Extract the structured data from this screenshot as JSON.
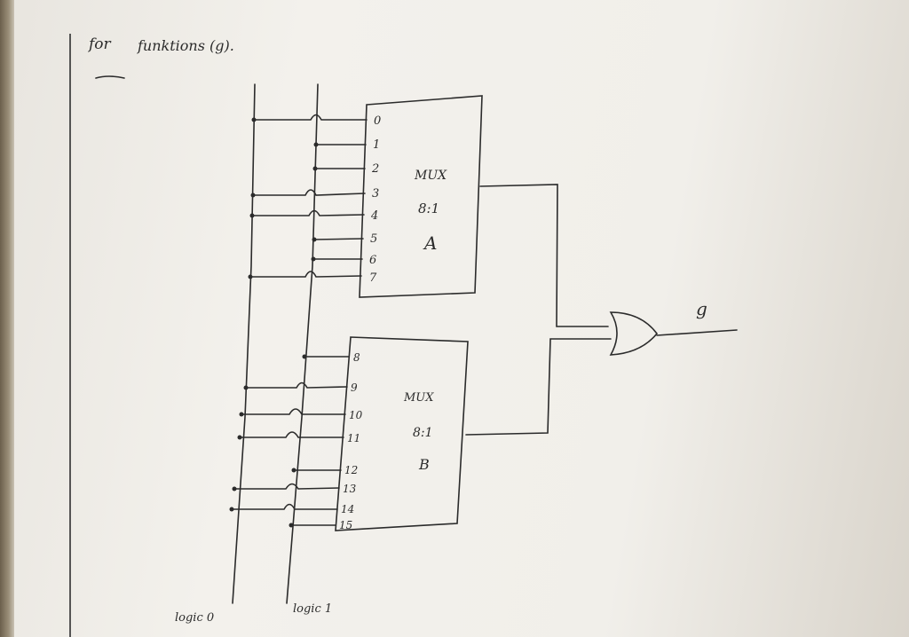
{
  "heading": {
    "prefix": "for",
    "text": "funktions (g)."
  },
  "mux_a": {
    "title": "MUX",
    "size": "8:1",
    "label": "A",
    "inputs": [
      "0",
      "1",
      "2",
      "3",
      "4",
      "5",
      "6",
      "7"
    ]
  },
  "mux_b": {
    "title": "MUX",
    "size": "8:1",
    "label": "B",
    "inputs": [
      "8",
      "9",
      "10",
      "11",
      "12",
      "13",
      "14",
      "15"
    ]
  },
  "output": {
    "label": "g"
  },
  "rails": {
    "logic0": "logic 0",
    "logic1": "logic 1"
  },
  "colors": {
    "ink": "#2b2b2b",
    "paper": "#f1efea"
  }
}
